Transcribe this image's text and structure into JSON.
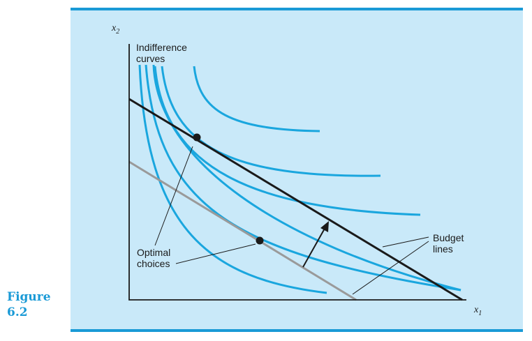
{
  "figure": {
    "label_line1": "Figure",
    "label_line2": "6.2"
  },
  "diagram": {
    "x_axis_label": "x",
    "x_axis_subscript": "1",
    "y_axis_label": "x",
    "y_axis_subscript": "2",
    "indifference_label_line1": "Indifference",
    "indifference_label_line2": "curves",
    "optimal_label_line1": "Optimal",
    "optimal_label_line2": "choices",
    "budget_label_line1": "Budget",
    "budget_label_line2": "lines"
  },
  "colors": {
    "panel_background": "#c9e9f9",
    "rule": "#1a9ad6",
    "curve": "#1aa6de",
    "budget_high": "#1a1a1a",
    "budget_low": "#9a9a9a",
    "figure_label": "#1a9ad6"
  }
}
